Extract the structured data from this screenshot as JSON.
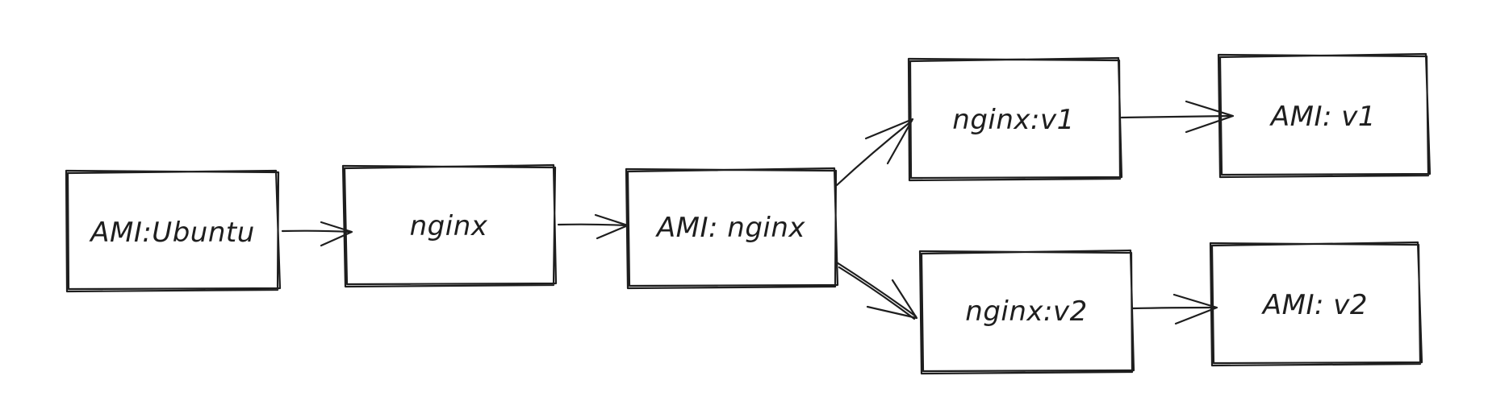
{
  "diagram": {
    "nodes": [
      {
        "id": "ami-ubuntu",
        "label": "AMI:Ubuntu"
      },
      {
        "id": "nginx",
        "label": "nginx"
      },
      {
        "id": "ami-nginx",
        "label": "AMI: nginx"
      },
      {
        "id": "nginx-v1",
        "label": "nginx:v1"
      },
      {
        "id": "ami-v1",
        "label": "AMI: v1"
      },
      {
        "id": "nginx-v2",
        "label": "nginx:v2"
      },
      {
        "id": "ami-v2",
        "label": "AMI: v2"
      }
    ],
    "edges": [
      {
        "from": "ami-ubuntu",
        "to": "nginx"
      },
      {
        "from": "nginx",
        "to": "ami-nginx"
      },
      {
        "from": "ami-nginx",
        "to": "nginx-v1"
      },
      {
        "from": "ami-nginx",
        "to": "nginx-v2"
      },
      {
        "from": "nginx-v1",
        "to": "ami-v1"
      },
      {
        "from": "nginx-v2",
        "to": "ami-v2"
      }
    ]
  }
}
